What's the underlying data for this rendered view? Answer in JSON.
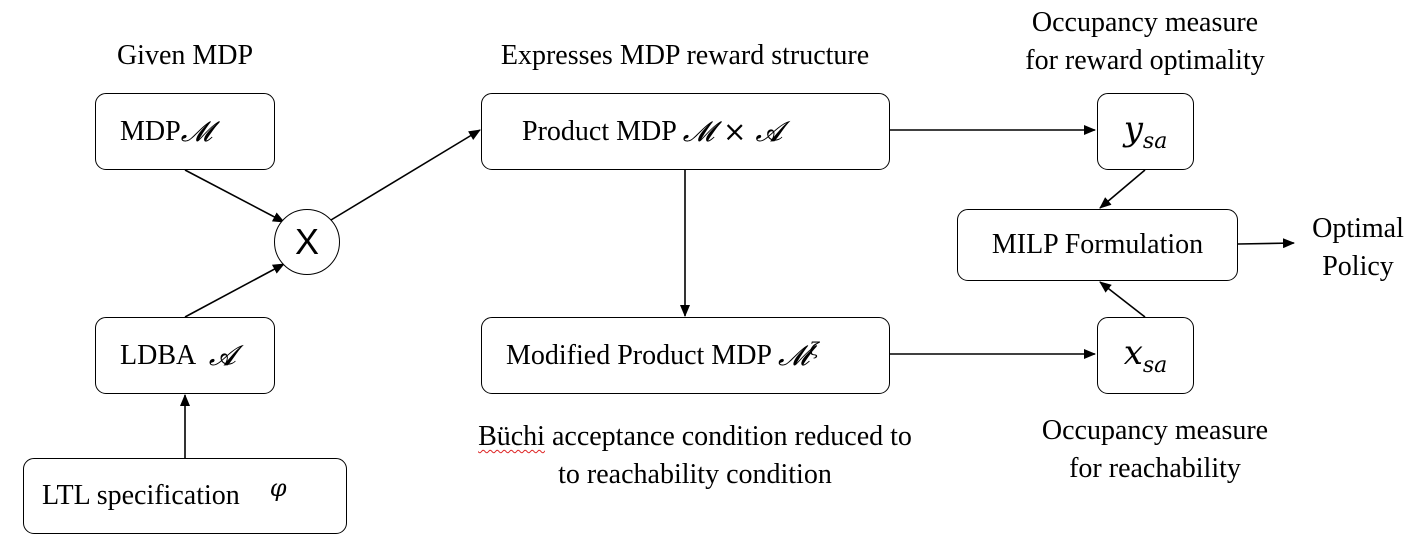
{
  "annotations": {
    "given_mdp": "Given MDP",
    "expresses": "Expresses MDP reward structure",
    "occ_reward_line1": "Occupancy measure",
    "occ_reward_line2": "for reward optimality",
    "buchi_word": "Büchi",
    "buchi_line1_rest": " acceptance condition reduced to",
    "buchi_line2": "to reachability condition",
    "occ_reach_line1": "Occupancy measure",
    "occ_reach_line2": "for reachability",
    "optimal_line1": "Optimal",
    "optimal_line2": "Policy"
  },
  "nodes": {
    "mdp": {
      "text": "MDP ",
      "symbol": "𝓜"
    },
    "ldba": {
      "text": "LDBA  ",
      "symbol": "𝓐"
    },
    "ltl": {
      "text": "LTL specification",
      "symbol": "φ"
    },
    "product": {
      "text": "Product MDP ",
      "symbol": "𝓜 × 𝓐"
    },
    "product_operator": "X",
    "modified": {
      "text": "Modified Product MDP ",
      "symbol": "𝓜",
      "superscript": "ζ"
    },
    "y": {
      "base": "y",
      "sub": "sa"
    },
    "x": {
      "base": "x",
      "sub": "sa"
    },
    "milp": "MILP Formulation"
  },
  "colors": {
    "stroke": "#000000",
    "spellcheck_underline": "#dd2222"
  }
}
